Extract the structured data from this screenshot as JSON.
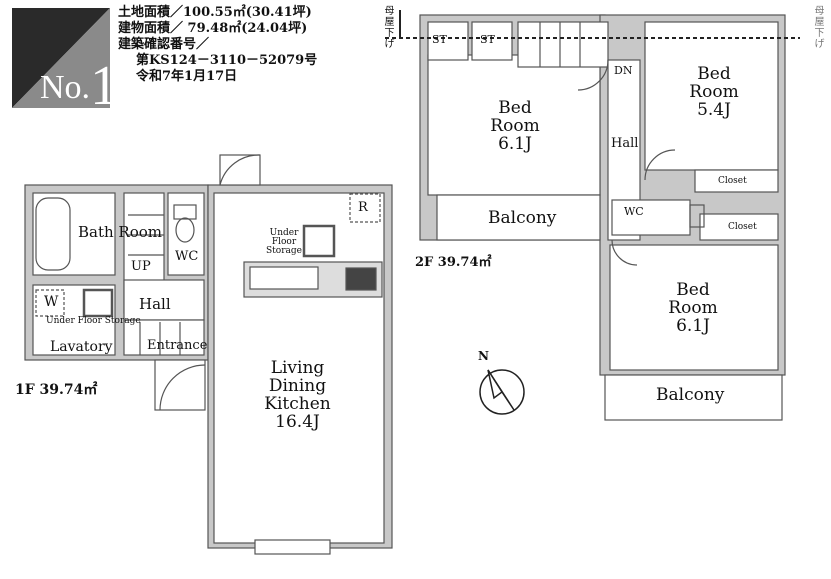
{
  "badge": {
    "prefix": "No.",
    "number": "1"
  },
  "info": {
    "land_area": "土地面積／100.55㎡(30.41坪)",
    "building_area": "建物面積／ 79.48㎡(24.04坪)",
    "permit_label": "建築確認番号／",
    "permit_number": "第KS124－3110－52079号",
    "permit_date": "令和7年1月17日"
  },
  "floor1": {
    "area_label": "1F 39.74㎡",
    "bath": "Bath Room",
    "lavatory": "Lavatory",
    "washer": "W",
    "under_floor_storage_1": "Under Floor Storage",
    "stairs_up": "UP",
    "wc": "WC",
    "hall": "Hall",
    "entrance": "Entrance",
    "fridge": "R",
    "under_floor_storage_2": "Under Floor Storage",
    "ldk_line1": "Living",
    "ldk_line2": "Dining",
    "ldk_line3": "Kitchen",
    "ldk_size": "16.4J"
  },
  "floor2": {
    "area_label": "2F 39.74㎡",
    "storage_1": "ST",
    "storage_2": "ST",
    "stairs_down": "DN",
    "bedroom_a": {
      "line1": "Bed",
      "line2": "Room",
      "size": "6.1J"
    },
    "bedroom_b": {
      "line1": "Bed",
      "line2": "Room",
      "size": "5.4J"
    },
    "bedroom_c": {
      "line1": "Bed",
      "line2": "Room",
      "size": "6.1J"
    },
    "hall": "Hall",
    "wc": "WC",
    "closet_1": "Closet",
    "closet_2": "Closet",
    "balcony_1": "Balcony",
    "balcony_2": "Balcony",
    "roof_note_left": "母屋下げ",
    "roof_note_right": "母屋下げ"
  },
  "compass": {
    "label": "N"
  }
}
